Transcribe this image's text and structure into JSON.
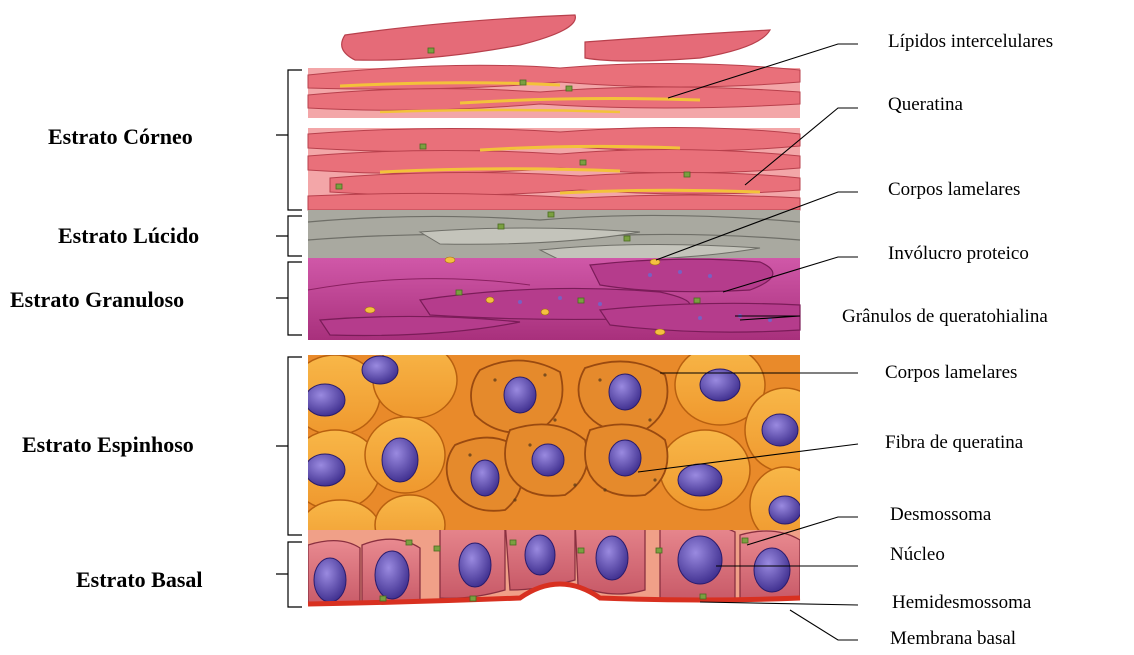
{
  "layers": {
    "corneo": "Estrato Córneo",
    "lucido": "Estrato Lúcido",
    "granuloso": "Estrato Granuloso",
    "espinhoso": "Estrato Espinhoso",
    "basal": "Estrato Basal"
  },
  "parts": {
    "lipidos": "Lípidos intercelulares",
    "queratina": "Queratina",
    "corpos_lamelares_1": "Corpos lamelares",
    "involucro": "Invólucro proteico",
    "granulos": "Grânulos de queratohialina",
    "corpos_lamelares_2": "Corpos lamelares",
    "fibra": "Fibra de queratina",
    "desmossoma": "Desmossoma",
    "nucleo": "Núcleo",
    "hemidesmossoma": "Hemidesmossoma",
    "membrana": "Membrana basal"
  },
  "colors": {
    "corneo_cell": "#e9707a",
    "lipid": "#f3c23a",
    "lucido": "#a9a9a0",
    "granuloso": "#c8489a",
    "spinous": "#f5a53a",
    "nucleus": "#6a55b8",
    "basal_cell": "#d8707c",
    "membrane": "#d83020"
  }
}
